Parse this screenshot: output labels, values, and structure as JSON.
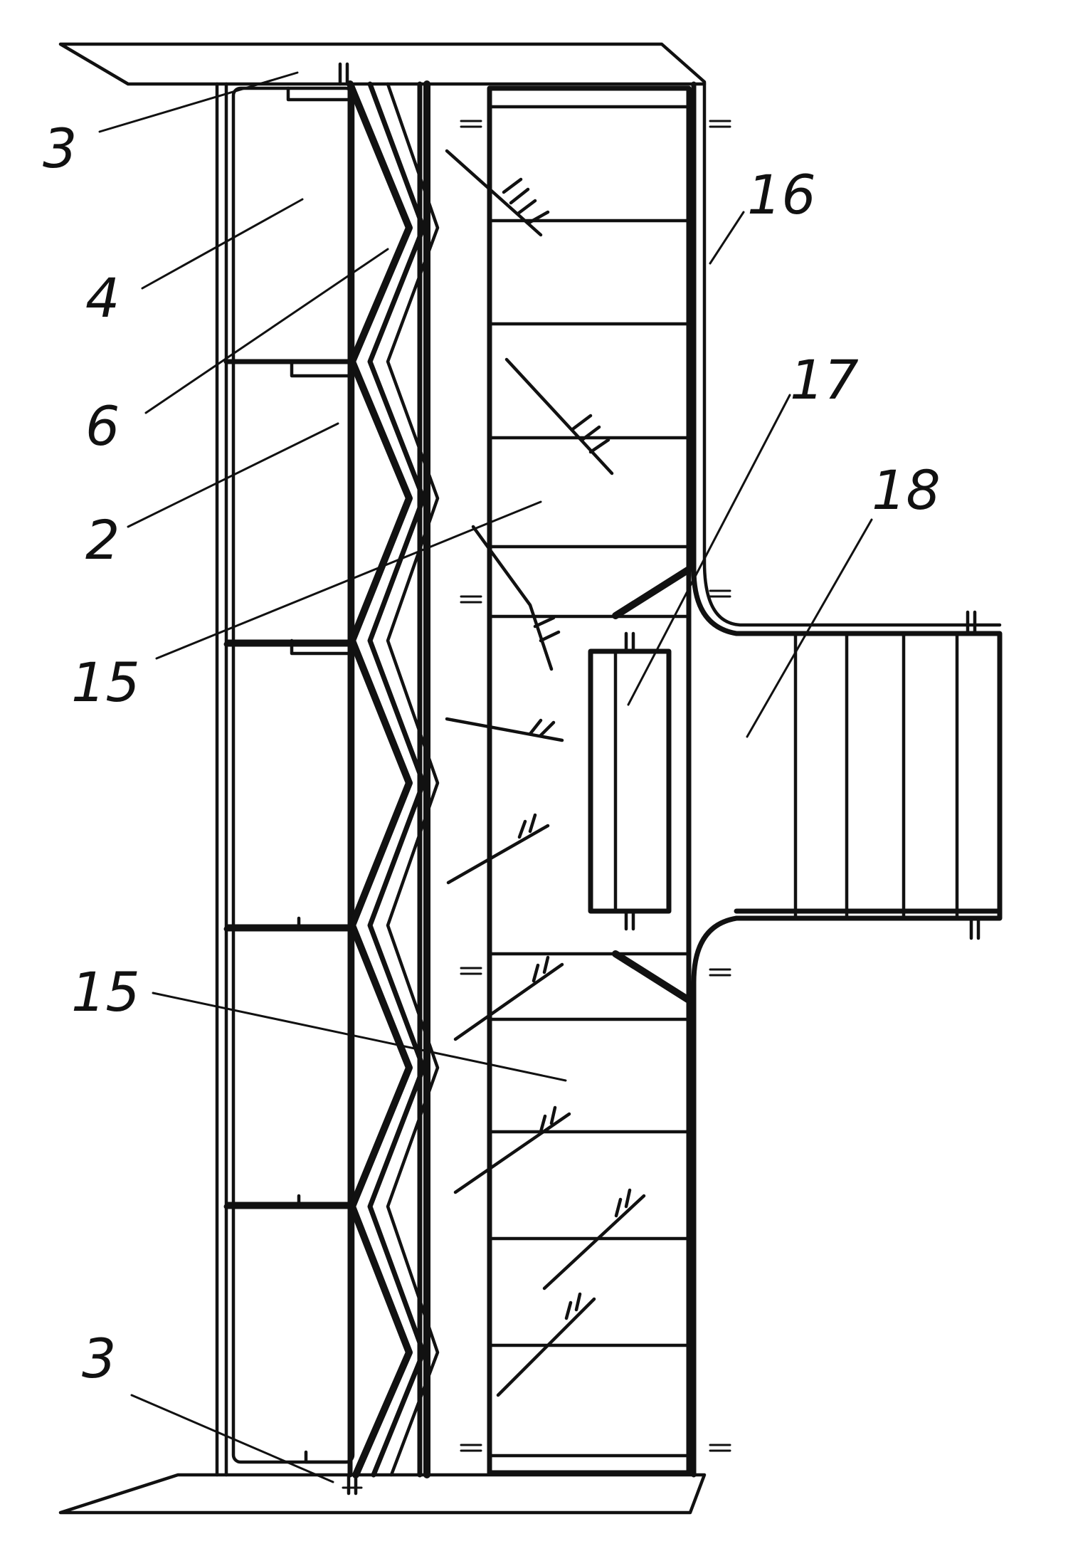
{
  "figure": {
    "background": "#ffffff",
    "ink": "#111111",
    "labels": {
      "top_3": "3",
      "bottom_3": "3",
      "label_4": "4",
      "label_6": "6",
      "label_2": "2",
      "upper_15": "15",
      "lower_15": "15",
      "label_16": "16",
      "label_17": "17",
      "label_18": "18"
    }
  }
}
